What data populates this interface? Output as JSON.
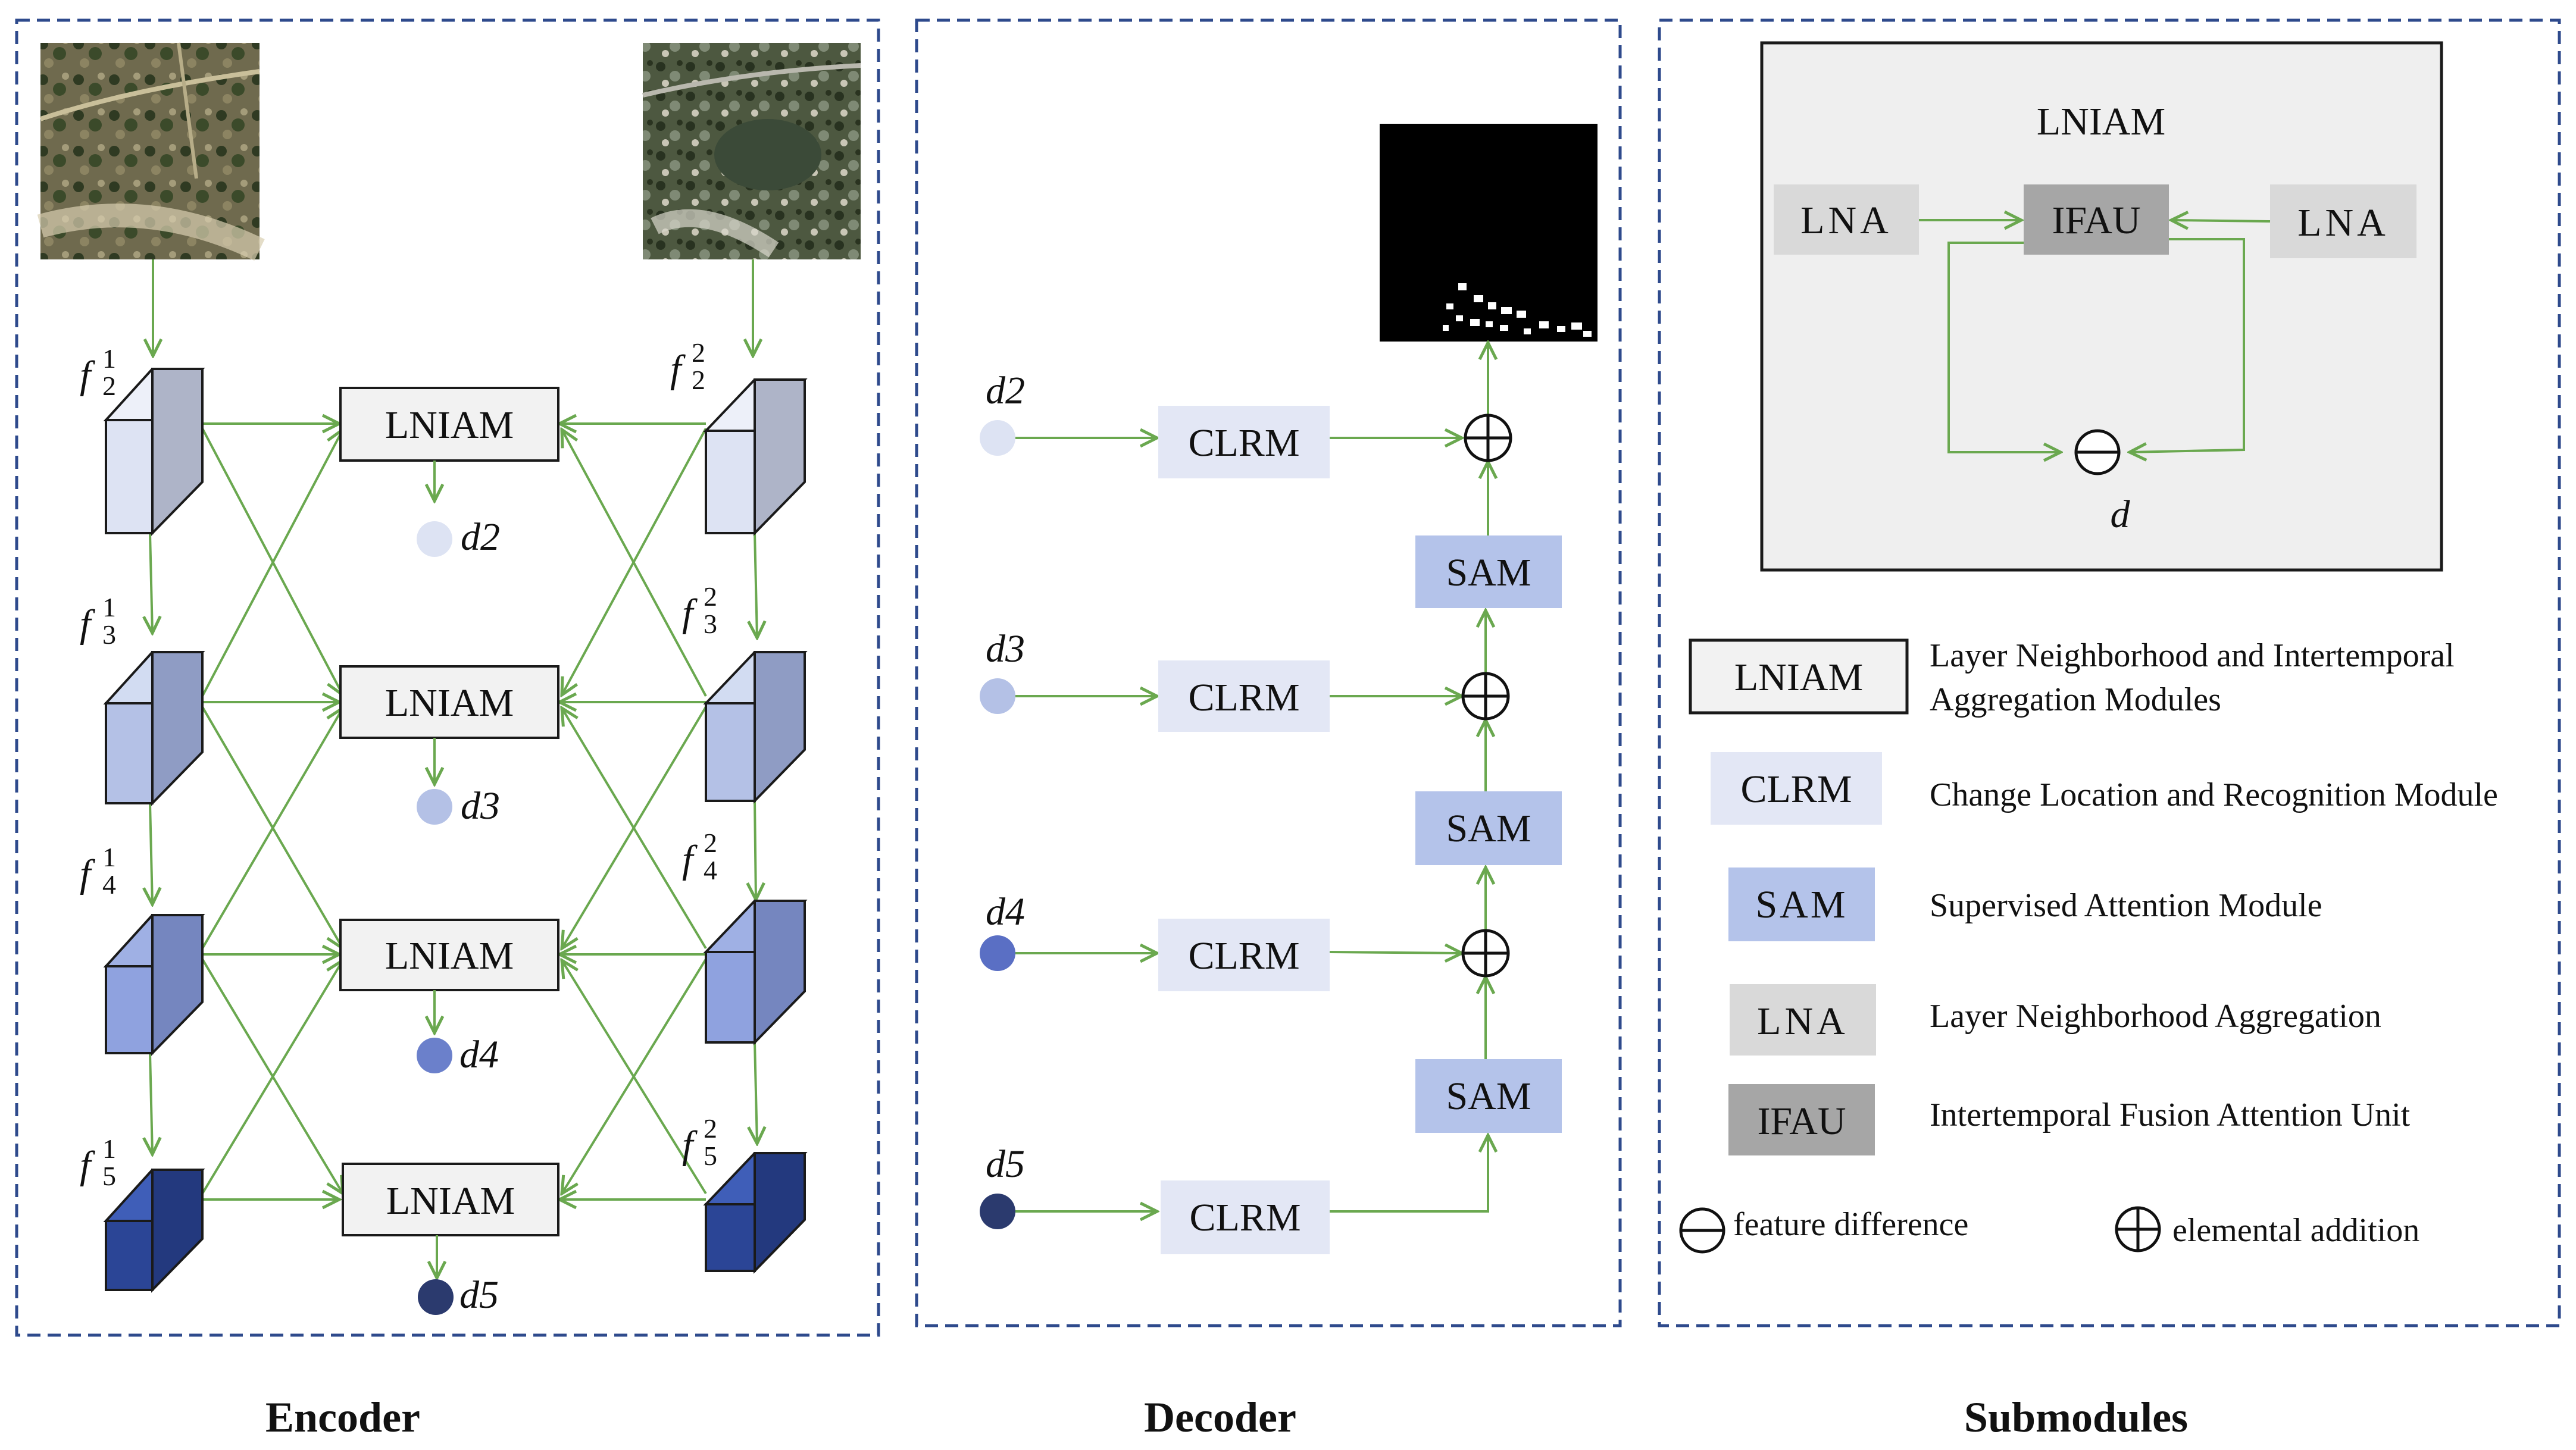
{
  "sections": {
    "encoder": "Encoder",
    "decoder": "Decoder",
    "submodules": "Submodules"
  },
  "encoder": {
    "module_label": "LNIAM",
    "features_left": [
      {
        "base": "f",
        "sup": "1",
        "sub": "2"
      },
      {
        "base": "f",
        "sup": "1",
        "sub": "3"
      },
      {
        "base": "f",
        "sup": "1",
        "sub": "4"
      },
      {
        "base": "f",
        "sup": "1",
        "sub": "5"
      }
    ],
    "features_right": [
      {
        "base": "f",
        "sup": "2",
        "sub": "2"
      },
      {
        "base": "f",
        "sup": "2",
        "sub": "3"
      },
      {
        "base": "f",
        "sup": "2",
        "sub": "4"
      },
      {
        "base": "f",
        "sup": "2",
        "sub": "5"
      }
    ],
    "outputs": [
      "d2",
      "d3",
      "d4",
      "d5"
    ]
  },
  "decoder": {
    "inputs": [
      "d2",
      "d3",
      "d4",
      "d5"
    ],
    "clrm_label": "CLRM",
    "sam_label": "SAM"
  },
  "submodules": {
    "panel_title": "LNIAM",
    "lna": "LNA",
    "ifau": "IFAU",
    "output": "d",
    "legend": [
      {
        "label": "LNIAM",
        "desc_lines": [
          "Layer Neighborhood and Intertemporal",
          "Aggregation Modules"
        ]
      },
      {
        "label": "CLRM",
        "desc_lines": [
          "Change Location and Recognition Module"
        ]
      },
      {
        "label": "SAM",
        "desc_lines": [
          "Supervised Attention Module"
        ]
      },
      {
        "label": "LNA",
        "desc_lines": [
          "Layer Neighborhood Aggregation"
        ]
      },
      {
        "label": "IFAU",
        "desc_lines": [
          "Intertemporal Fusion Attention Unit"
        ]
      }
    ],
    "symbol_legend": {
      "difference": "feature difference",
      "addition": "elemental addition"
    }
  },
  "colors": {
    "arrow": "#6aa84f",
    "dashed_border": "#2e4a8c",
    "level2": "#dde3f3",
    "level3": "#b4c1e6",
    "level4": "#6b80cb",
    "level5": "#2b4596",
    "clrm_fill": "#e3e7f5",
    "sam_fill": "#b4c3ea",
    "lna_fill": "#d9d9d9",
    "ifau_fill": "#a6a6a6",
    "lniam_fill": "#f2f2f2"
  }
}
